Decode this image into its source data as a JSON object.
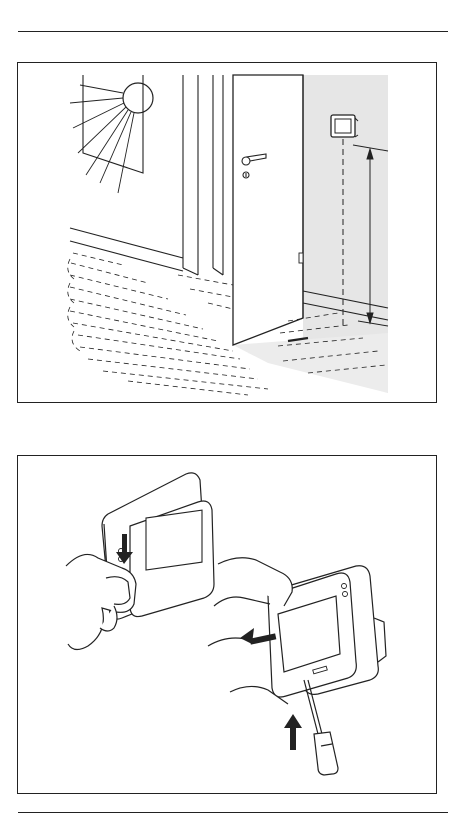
{
  "document": {
    "illustrations": [
      {
        "id": "installation-location",
        "icon": "room-thermostat-placement-illustration"
      },
      {
        "id": "front-cover-removal",
        "icon": "thermostat-cover-removal-illustration"
      }
    ],
    "colors": {
      "line": "#222222",
      "wall_shade": "#e6e6e6",
      "arrow": "#222222"
    }
  }
}
